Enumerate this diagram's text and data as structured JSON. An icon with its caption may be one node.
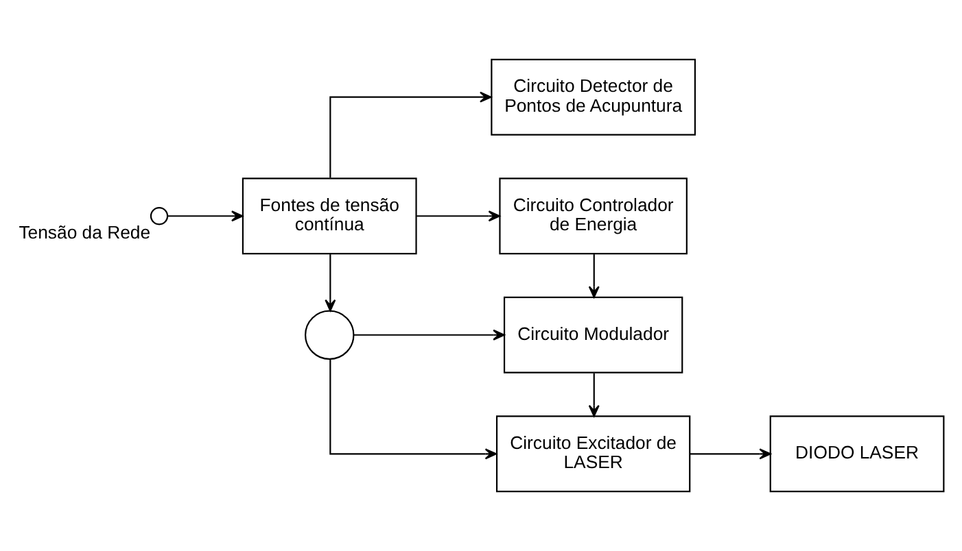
{
  "diagram": {
    "nodes": [
      {
        "text": [],
        "shape": "circle",
        "beside": [
          "Tensão da Rede"
        ]
      },
      {
        "text": [
          "Fontes de tensão contínua"
        ]
      },
      {
        "text": [
          "Circuito Detector de Pontos de Acupuntura"
        ]
      },
      {
        "text": [
          "Circuito Controlador de Energia"
        ]
      },
      {
        "text": [],
        "shape": "circle"
      },
      {
        "text": [
          "Circuito Modulador"
        ]
      },
      {
        "text": [
          "Circuito Excitador de LASER"
        ]
      },
      {
        "text": [
          "DIODO LASER"
        ]
      }
    ],
    "edges": [
      {
        "from": 0,
        "to": 1,
        "arrow": "to"
      },
      {
        "from": 1,
        "to": 2,
        "arrow": "to"
      },
      {
        "from": 1,
        "to": 3,
        "arrow": "to"
      },
      {
        "from": 1,
        "to": 4,
        "arrow": "to"
      },
      {
        "from": 3,
        "to": 5,
        "arrow": "to"
      },
      {
        "from": 4,
        "to": 5,
        "arrow": "to"
      },
      {
        "from": 4,
        "to": 6,
        "arrow": "to"
      },
      {
        "from": 5,
        "to": 6,
        "arrow": "to"
      },
      {
        "from": 6,
        "to": 7,
        "arrow": "to"
      }
    ]
  }
}
